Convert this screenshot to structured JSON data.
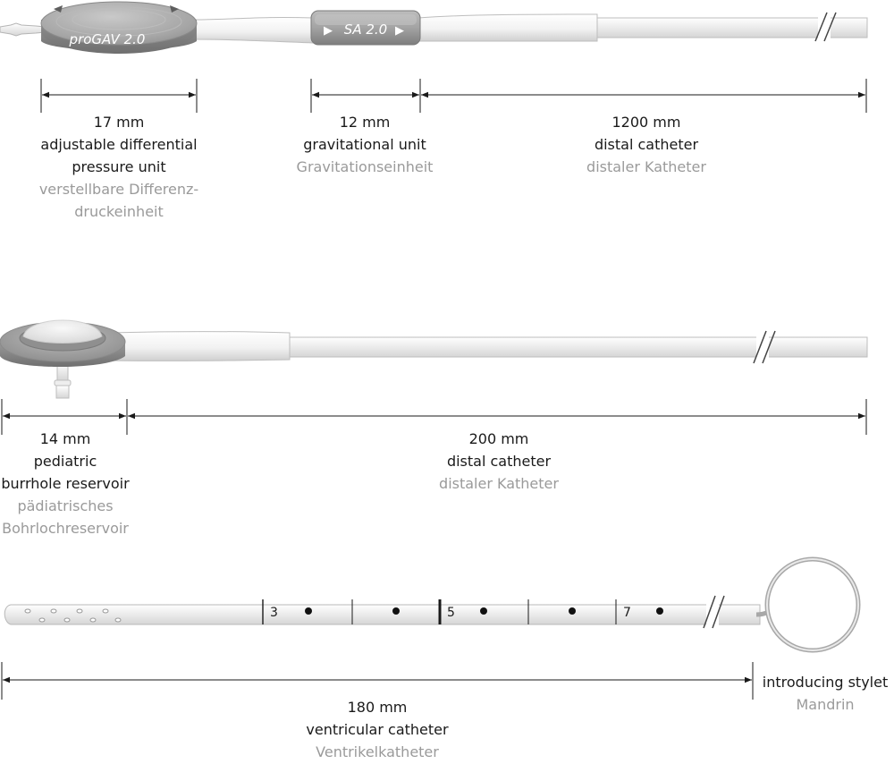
{
  "valve_label": "proGAV 2.0",
  "gravity_label": "SA 2.0",
  "arrow_glyph": "▶",
  "row1": {
    "valve": {
      "size": "17 mm",
      "en": [
        "adjustable differential",
        "pressure unit"
      ],
      "de": [
        "verstellbare Differenz-",
        "druckeinheit"
      ]
    },
    "gravity": {
      "size": "12 mm",
      "en": [
        "gravitational unit"
      ],
      "de": [
        "Gravitationseinheit"
      ]
    },
    "catheter": {
      "size": "1200 mm",
      "en": [
        "distal catheter"
      ],
      "de": [
        "distaler Katheter"
      ]
    }
  },
  "row2": {
    "reservoir": {
      "size": "14 mm",
      "en": [
        "pediatric",
        "burrhole reservoir"
      ],
      "de": [
        "pädiatrisches",
        "Bohrlochreservoir"
      ]
    },
    "catheter": {
      "size": "200 mm",
      "en": [
        "distal catheter"
      ],
      "de": [
        "distaler Katheter"
      ]
    }
  },
  "row3": {
    "marks": [
      "3",
      "5",
      "7"
    ],
    "catheter": {
      "size": "180 mm",
      "en": [
        "ventricular catheter"
      ],
      "de": [
        "Ventrikelkatheter"
      ]
    },
    "stylet": {
      "en": [
        "introducing stylet"
      ],
      "de": [
        "Mandrin"
      ]
    }
  },
  "colors": {
    "dim_line": "#1a1a1a",
    "text_en": "#1a1a1a",
    "text_de": "#9a9a9a",
    "tube_fill": "#f7f7f7",
    "tube_stroke": "#b9b9b9",
    "housing": "#a9a9a9"
  }
}
